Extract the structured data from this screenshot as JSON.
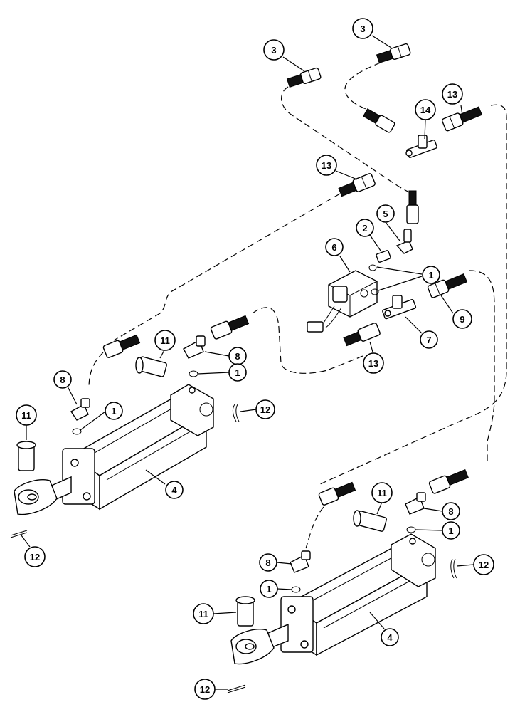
{
  "callouts": [
    {
      "id": "c3a",
      "label": "3"
    },
    {
      "id": "c3b",
      "label": "3"
    },
    {
      "id": "c14",
      "label": "14"
    },
    {
      "id": "c13a",
      "label": "13"
    },
    {
      "id": "c13b",
      "label": "13"
    },
    {
      "id": "c2",
      "label": "2"
    },
    {
      "id": "c5",
      "label": "5"
    },
    {
      "id": "c6",
      "label": "6"
    },
    {
      "id": "c1a",
      "label": "1"
    },
    {
      "id": "c9",
      "label": "9"
    },
    {
      "id": "c7",
      "label": "7"
    },
    {
      "id": "c13c",
      "label": "13"
    },
    {
      "id": "c11a",
      "label": "11"
    },
    {
      "id": "c8a",
      "label": "8"
    },
    {
      "id": "c1b",
      "label": "1"
    },
    {
      "id": "c8b",
      "label": "8"
    },
    {
      "id": "c1c",
      "label": "1"
    },
    {
      "id": "c12a",
      "label": "12"
    },
    {
      "id": "c11b",
      "label": "11"
    },
    {
      "id": "c4a",
      "label": "4"
    },
    {
      "id": "c12b",
      "label": "12"
    },
    {
      "id": "c11c",
      "label": "11"
    },
    {
      "id": "c8c",
      "label": "8"
    },
    {
      "id": "c1d",
      "label": "1"
    },
    {
      "id": "c8d",
      "label": "8"
    },
    {
      "id": "c12c",
      "label": "12"
    },
    {
      "id": "c1e",
      "label": "1"
    },
    {
      "id": "c11d",
      "label": "11"
    },
    {
      "id": "c4b",
      "label": "4"
    },
    {
      "id": "c12d",
      "label": "12"
    }
  ]
}
